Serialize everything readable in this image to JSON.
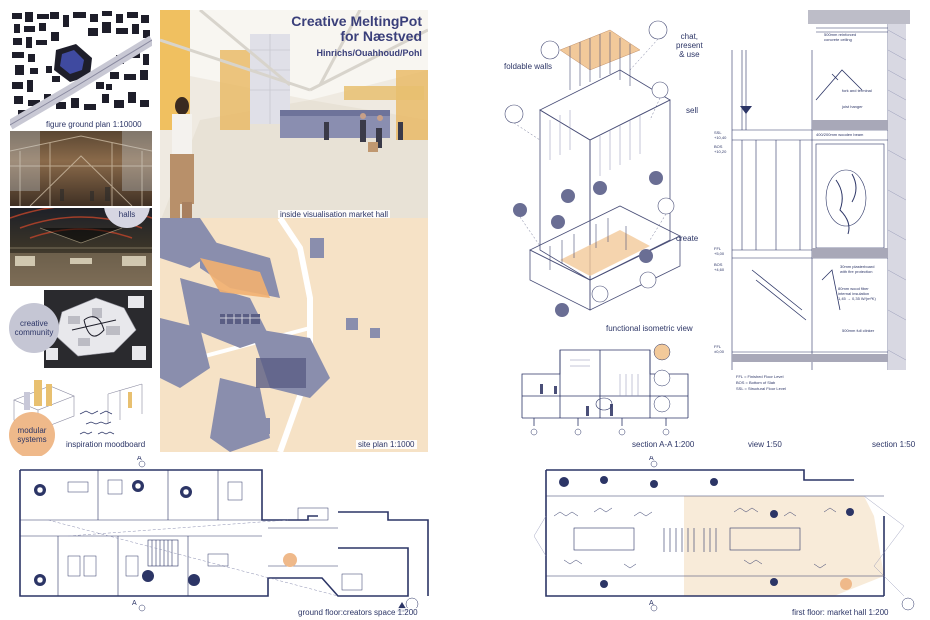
{
  "poster": {
    "title_line1": "Creative MeltingPot",
    "title_line2": "for Næstved",
    "authors": "Hinrichs/Ouahhoud/Pohl"
  },
  "captions": {
    "figure_ground": "figure ground plan 1:10000",
    "inside_vis": "inside visualisation market hall",
    "site_plan": "site plan 1:1000",
    "moodboard": "inspiration moodboard",
    "functional_iso": "functional isometric view",
    "section_aa": "section A-A 1:200",
    "view": "view 1:50",
    "section_150": "section 1:50",
    "ground_floor": "ground floor:creators space 1:200",
    "first_floor": "first floor: market hall 1:200"
  },
  "bubbles": {
    "big_market_halls": "big\nmarket\nhalls",
    "creative_community": "creative\ncommunity",
    "modular_systems": "modular\nsystems"
  },
  "iso_labels": {
    "foldable_walls": "foldable walls",
    "chat": "chat,\npresent\n& use",
    "sell": "sell",
    "create": "create"
  },
  "detail_labels": {
    "concrete_ceiling": "500mm reinforced\nconcrete ceiling",
    "fork_terminal": "fork and terminal",
    "joist_hanger": "joist hanger",
    "wooden_beam": "400/200mm wooden beam",
    "plasterboard": "30mm plasterboard\nwith fire protection",
    "wood_fiber": "80mm wood fiber\ninternal insulation\n1,45 → 0,35 W/(m²K)",
    "clinker": "500mm full clinker",
    "legend_ffl": "FFL = Finished Floor Level",
    "legend_bos": "BOS = Bottom of Slab",
    "legend_ssl": "SSL = Structural Floor Level",
    "lvl_ssl": "SSL\n+10,40",
    "lvl_bos": "BOS\n+10,20",
    "lvl_ffl": "FFL\n+5,00",
    "lvl_bos2": "BOS\n+4,60",
    "lvl_ffl2": "FFL\n±0,00"
  },
  "section_marks": {
    "a": "A"
  },
  "colors": {
    "navy": "#2c3566",
    "slate": "#7f84a8",
    "peach": "#f2c99a",
    "sand": "#f6dfc2",
    "grey_bubble": "#c9cad8",
    "orange_bubble": "#efb98a"
  }
}
